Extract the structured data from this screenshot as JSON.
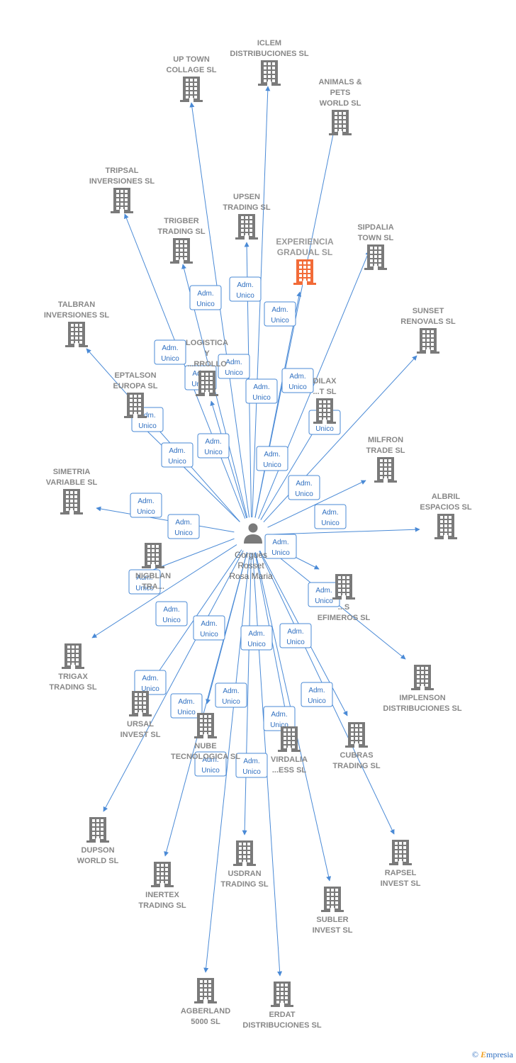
{
  "center": {
    "name_lines": [
      "Gorgues",
      "Rosset",
      "Rosa Maria"
    ],
    "icon": "person-icon"
  },
  "edge_label_lines": [
    "Adm.",
    "Unico"
  ],
  "colors": {
    "edge": "#4a8ad6",
    "building": "#7a7a7a",
    "highlight": "#f26b38"
  },
  "companies": [
    {
      "id": "up-town-collage",
      "lines": [
        "UP TOWN",
        "COLLAGE SL"
      ]
    },
    {
      "id": "iclem-distribuciones",
      "lines": [
        "ICLEM",
        "DISTRIBUCIONES SL"
      ]
    },
    {
      "id": "animals-pets-world",
      "lines": [
        "ANIMALS &",
        "PETS",
        "WORLD SL"
      ]
    },
    {
      "id": "tripsal-inversiones",
      "lines": [
        "TRIPSAL",
        "INVERSIONES SL"
      ]
    },
    {
      "id": "upsen-trading",
      "lines": [
        "UPSEN",
        "TRADING SL"
      ]
    },
    {
      "id": "trigber-trading",
      "lines": [
        "TRIGBER",
        "TRADING SL"
      ]
    },
    {
      "id": "experiencia-gradual",
      "lines": [
        "EXPERIENCIA",
        "GRADUAL  SL"
      ],
      "highlight": true
    },
    {
      "id": "sipdalia-town",
      "lines": [
        "SIPDALIA",
        "TOWN SL"
      ]
    },
    {
      "id": "talbran-inversiones",
      "lines": [
        "TALBRAN",
        "INVERSIONES SL"
      ]
    },
    {
      "id": "sunset-renovals",
      "lines": [
        "SUNSET",
        "RENOVALS SL"
      ]
    },
    {
      "id": "logistica-desarrollo",
      "lines": [
        "LOGISTICA",
        "Y",
        "...RROLLO"
      ]
    },
    {
      "id": "eptalson-europa",
      "lines": [
        "EPTALSON",
        "EUROPA SL"
      ]
    },
    {
      "id": "dilax",
      "lines": [
        "DILAX",
        "...T SL"
      ]
    },
    {
      "id": "milfron-trade",
      "lines": [
        "MILFRON",
        "TRADE SL"
      ]
    },
    {
      "id": "simetria-variable",
      "lines": [
        "SIMETRIA",
        "VARIABLE SL"
      ]
    },
    {
      "id": "albril-espacios",
      "lines": [
        "ALBRIL",
        "ESPACIOS SL"
      ]
    },
    {
      "id": "nigblan",
      "lines": [
        "NIGBLAN",
        "TRA..."
      ]
    },
    {
      "id": "efimeros",
      "lines": [
        "...S",
        "EFIMEROS SL"
      ]
    },
    {
      "id": "trigax-trading",
      "lines": [
        "TRIGAX",
        "TRADING SL"
      ]
    },
    {
      "id": "implenson-distribuciones",
      "lines": [
        "IMPLENSON",
        "DISTRIBUCIONES SL"
      ]
    },
    {
      "id": "ursal-invest",
      "lines": [
        "URSAL",
        "INVEST SL"
      ]
    },
    {
      "id": "nube-tecnologica",
      "lines": [
        "NUBE",
        "TECNOLOGICA SL"
      ]
    },
    {
      "id": "virdalia",
      "lines": [
        "VIRDALIA",
        "...ESS SL"
      ]
    },
    {
      "id": "cubras-trading",
      "lines": [
        "CUBRAS",
        "TRADING SL"
      ]
    },
    {
      "id": "dupson-world",
      "lines": [
        "DUPSON",
        "WORLD SL"
      ]
    },
    {
      "id": "inertex-trading",
      "lines": [
        "INERTEX",
        "TRADING SL"
      ]
    },
    {
      "id": "usdran-trading",
      "lines": [
        "USDRAN",
        "TRADING SL"
      ]
    },
    {
      "id": "rapsel-invest",
      "lines": [
        "RAPSEL",
        "INVEST SL"
      ]
    },
    {
      "id": "subler-invest",
      "lines": [
        "SUBLER",
        "INVEST SL"
      ]
    },
    {
      "id": "agberland-5000",
      "lines": [
        "AGBERLAND",
        "5000 SL"
      ]
    },
    {
      "id": "erdat-distribuciones",
      "lines": [
        "ERDAT",
        "DISTRIBUCIONES SL"
      ]
    }
  ],
  "copyright": {
    "symbol": "©",
    "brand_initial": "E",
    "brand_rest": "mpresia"
  }
}
